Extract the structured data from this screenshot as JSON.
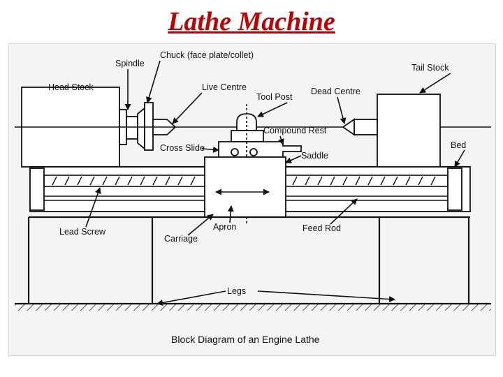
{
  "title": "Lathe Machine",
  "labels": {
    "spindle": "Spindle",
    "chuck": "Chuck (face plate/collet)",
    "tail_stock": "Tail  Stock",
    "head_stock": "Head Stock",
    "live_centre": "Live Centre",
    "tool_post": "Tool Post",
    "dead_centre": "Dead Centre",
    "compound_rest": "Compound Rest",
    "cross_slide": "Cross Slide",
    "saddle": "Saddle",
    "bed": "Bed",
    "lead_screw": "Lead Screw",
    "apron": "Apron",
    "feed_rod": "Feed Rod",
    "carriage": "Carriage",
    "legs": "Legs"
  },
  "caption": "Block Diagram of an Engine Lathe"
}
